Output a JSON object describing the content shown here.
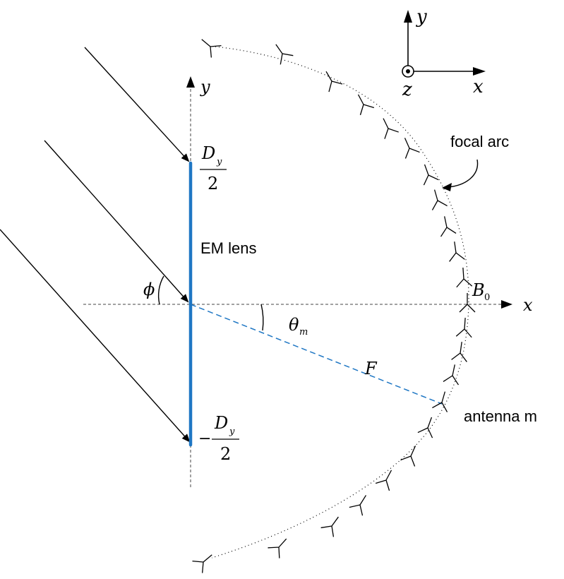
{
  "labels": {
    "lens_label": "EM lens",
    "focal_arc": "focal arc",
    "antenna_m": "antenna m",
    "y_axis": "y",
    "x_axis": "x",
    "phi": "ϕ",
    "theta_main": "θ",
    "theta_sub": "m",
    "F": "F",
    "B_main": "B",
    "B_sub": "0",
    "D_main": "D",
    "D_sub": "y",
    "denom_two": "2",
    "minus": "−",
    "coord_y": "y",
    "coord_x": "x",
    "coord_z": "z"
  },
  "colors": {
    "lens": "#1f77c4",
    "focal_line": "#1f77c4",
    "ink": "#000000"
  }
}
